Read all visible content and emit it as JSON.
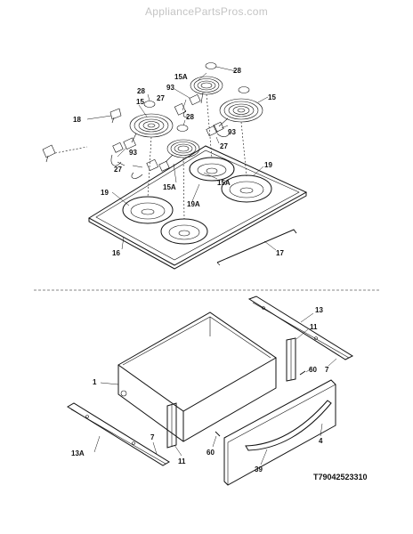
{
  "header": {
    "watermark": "AppliancePartsPros.com"
  },
  "footer": {
    "diagram_code": "T79042523310"
  },
  "callouts": {
    "c1": "1",
    "c4": "4",
    "c7a": "7",
    "c7b": "7",
    "c11a": "11",
    "c11b": "11",
    "c13": "13",
    "c13a": "13A",
    "c15a": "15",
    "c15b": "15",
    "c15A_a": "15A",
    "c15A_b": "15A",
    "c16": "16",
    "c17": "17",
    "c18": "18",
    "c19a": "19",
    "c19b": "19",
    "c19A": "19A",
    "c27a": "27",
    "c27b": "27",
    "c27c": "27",
    "c28a": "28",
    "c28b": "28",
    "c28c": "28",
    "c39": "39",
    "c60a": "60",
    "c60b": "60",
    "c93a": "93",
    "c93b": "93",
    "c93c": "93"
  }
}
